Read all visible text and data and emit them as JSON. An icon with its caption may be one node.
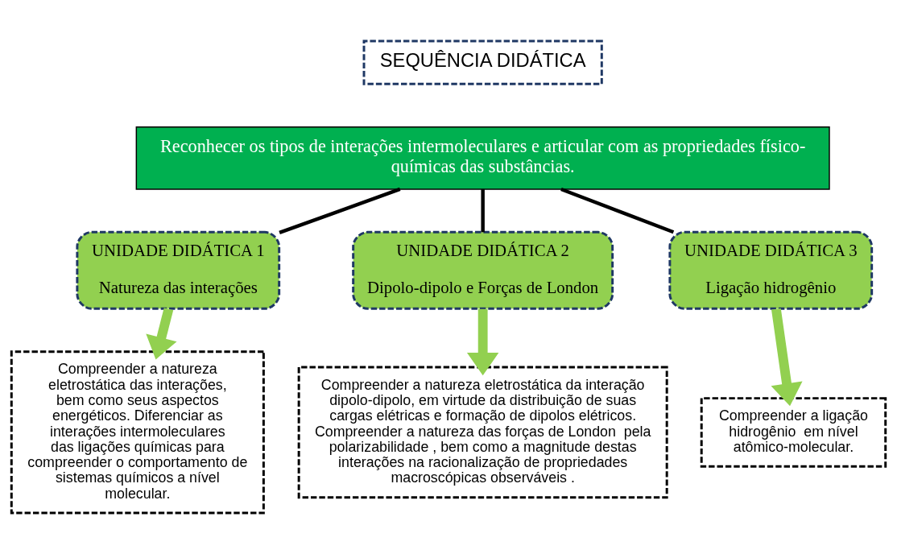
{
  "diagram": {
    "nodes": [
      {
        "text": [
          "SEQUÊNCIA DIDÁTICA"
        ]
      },
      {
        "text": [
          "Reconhecer os tipos de interações intermoleculares e articular com as propriedades físico-químicas das substâncias."
        ]
      },
      {
        "text": [
          "UNIDADE DIDÁTICA 1",
          "Natureza das interações"
        ]
      },
      {
        "text": [
          "UNIDADE DIDÁTICA 2",
          "Dipolo-dipolo e Forças de London"
        ]
      },
      {
        "text": [
          "UNIDADE DIDÁTICA 3",
          "Ligação hidrogênio"
        ]
      },
      {
        "text": [
          "Compreender a natureza eletrostática das interações, bem como seus aspectos energéticos. Diferenciar as interações intermoleculares das ligações químicas para compreender o comportamento de sistemas químicos a nível molecular."
        ]
      },
      {
        "text": [
          "Compreender a natureza eletrostática da interação dipolo-dipolo, em virtude da distribuição de suas cargas elétricas e formação de dipolos elétricos. Compreender a natureza das forças de London  pela polarizabilidade , bem como a magnitude destas interações na racionalização de propriedades macroscópicas observáveis ."
        ]
      },
      {
        "text": [
          "Compreender a ligação hidrogênio  em nível atômico-molecular."
        ]
      }
    ],
    "edges": [
      {
        "from": 1,
        "to": 2,
        "arrow": "none"
      },
      {
        "from": 1,
        "to": 3,
        "arrow": "none"
      },
      {
        "from": 1,
        "to": 4,
        "arrow": "none"
      },
      {
        "from": 2,
        "to": 5,
        "arrow": "to",
        "style": "thick",
        "color": "#92d050"
      },
      {
        "from": 3,
        "to": 6,
        "arrow": "to",
        "style": "thick",
        "color": "#92d050"
      },
      {
        "from": 4,
        "to": 7,
        "arrow": "to",
        "style": "thick",
        "color": "#92d050"
      }
    ]
  }
}
